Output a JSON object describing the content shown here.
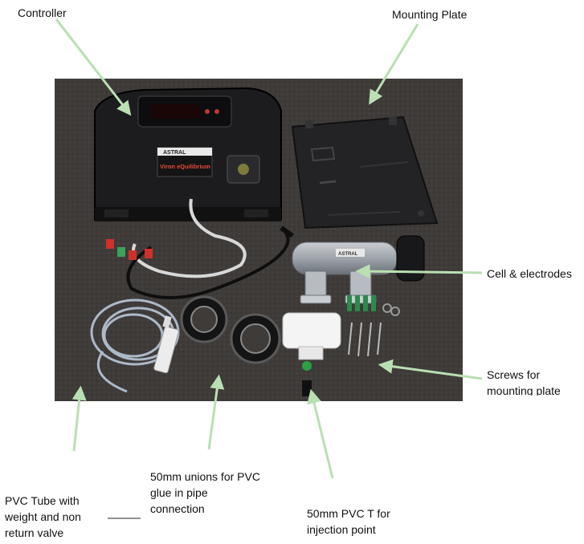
{
  "labels": {
    "controller": "Controller",
    "mounting_plate": "Mounting Plate",
    "cell": "Cell & electrodes",
    "screws": "Screws for\nmounting plate",
    "unions": "50mm unions for PVC\nglue in pipe\nconnection",
    "pvc_tube": "PVC Tube with\nweight and non\nreturn valve",
    "pvc_t": "50mm PVC T for\ninjection point"
  },
  "photo": {
    "brand": "ASTRAL",
    "model": "Viron eQuilibrium",
    "cell_brand": "ASTRAL"
  },
  "colors": {
    "arrow": "#b9e0b2",
    "carpet": "#3f3b39",
    "controller": "#1c1c1e"
  }
}
